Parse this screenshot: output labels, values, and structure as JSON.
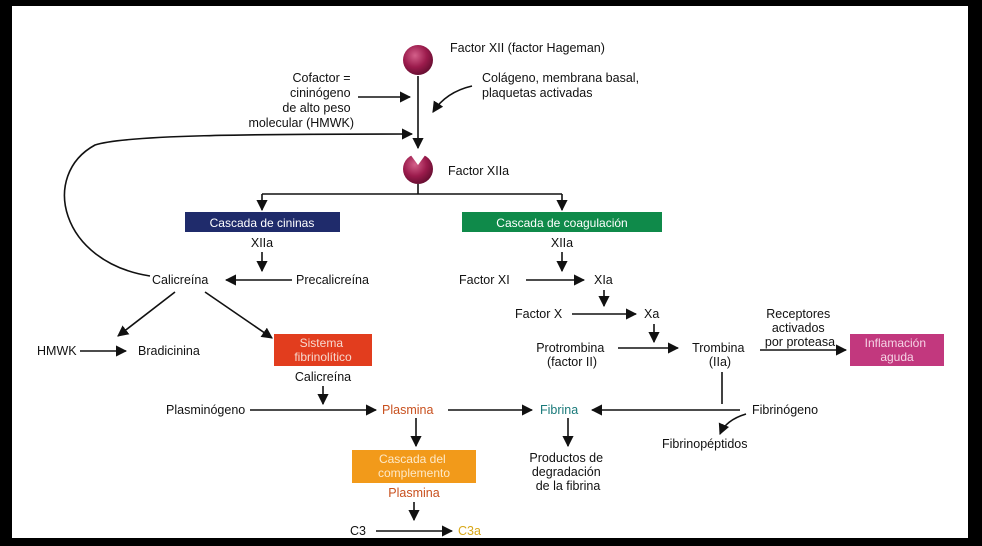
{
  "factor_xii": "Factor XII (factor Hageman)",
  "cofactor": [
    "Cofactor =",
    "cininógeno",
    "de alto peso",
    "molecular (HMWK)"
  ],
  "colageno": [
    "Colágeno, membrana basal,",
    "plaquetas activadas"
  ],
  "factor_xiia": "Factor XIIa",
  "cascada_cininas": "Cascada de cininas",
  "cascada_coagulacion": "Cascada de coagulación",
  "xiia_left": "XIIa",
  "xiia_right": "XIIa",
  "calicreina": "Calicreína",
  "precalicreina": "Precalicreína",
  "factor_xi": "Factor XI",
  "xia": "XIa",
  "factor_x": "Factor X",
  "xa": "Xa",
  "hmwk": "HMWK",
  "bradicinina": "Bradicinina",
  "sistema_fibrinolitico": [
    "Sistema",
    "fibrinolítico"
  ],
  "calicreina2": "Calicreína",
  "protrombina": [
    "Protrombina",
    "(factor II)"
  ],
  "trombina": [
    "Trombina",
    "(IIa)"
  ],
  "receptores": [
    "Receptores",
    "activados",
    "por proteasa"
  ],
  "inflamacion": [
    "Inflamación",
    "aguda"
  ],
  "plasminogeno": "Plasminógeno",
  "plasmina": "Plasmina",
  "fibrina": "Fibrina",
  "fibrinogeno": "Fibrinógeno",
  "fibrinopeptidos": "Fibrinopéptidos",
  "productos": [
    "Productos de",
    "degradación",
    "de la fibrina"
  ],
  "cascada_complemento": [
    "Cascada del",
    "complemento"
  ],
  "plasmina2": "Plasmina",
  "c3": "C3",
  "c3a": "C3a",
  "colors": {
    "factor_circle": "#9b1b4c",
    "cininas_box": "#1f2b6b",
    "coagulacion_box": "#0f8a4a",
    "fibrinolitico_box": "#e23d1e",
    "inflamacion_box": "#c2387e",
    "complemento_box": "#f29a1a",
    "plasmina_text": "#c8501e",
    "fibrina_text": "#1a7a7a",
    "c3a_text": "#d8a81a"
  }
}
